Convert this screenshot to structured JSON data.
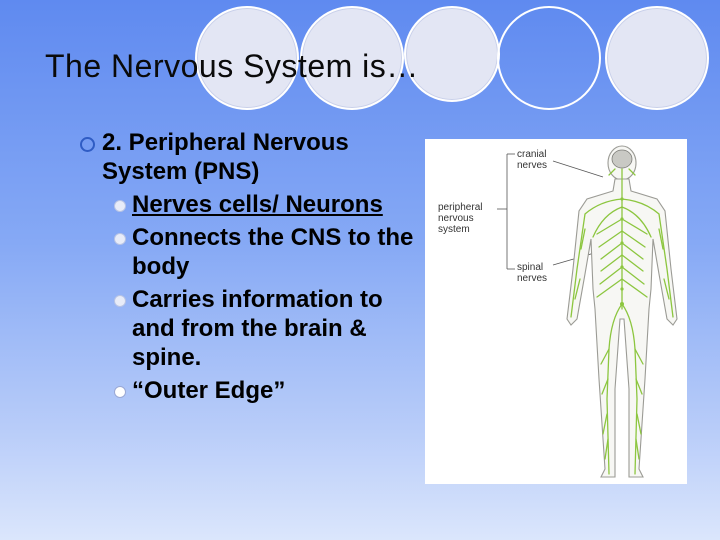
{
  "slide": {
    "title": "The Nervous System is…",
    "heading": "2. Peripheral Nervous System (PNS)",
    "bullets": [
      "Nerves cells/ Neurons",
      " Connects the CNS to the body",
      " Carries information to and from the brain & spine.",
      "“Outer Edge”"
    ]
  },
  "figure": {
    "label_cranial": "cranial nerves",
    "label_peripheral": "peripheral nervous system",
    "label_spinal": "spinal nerves"
  },
  "colors": {
    "background_top": "#5f8af0",
    "background_bottom": "#dbe6fc",
    "nerve_green": "#8cc63f",
    "bullet_ring": "#2f5cc4"
  }
}
